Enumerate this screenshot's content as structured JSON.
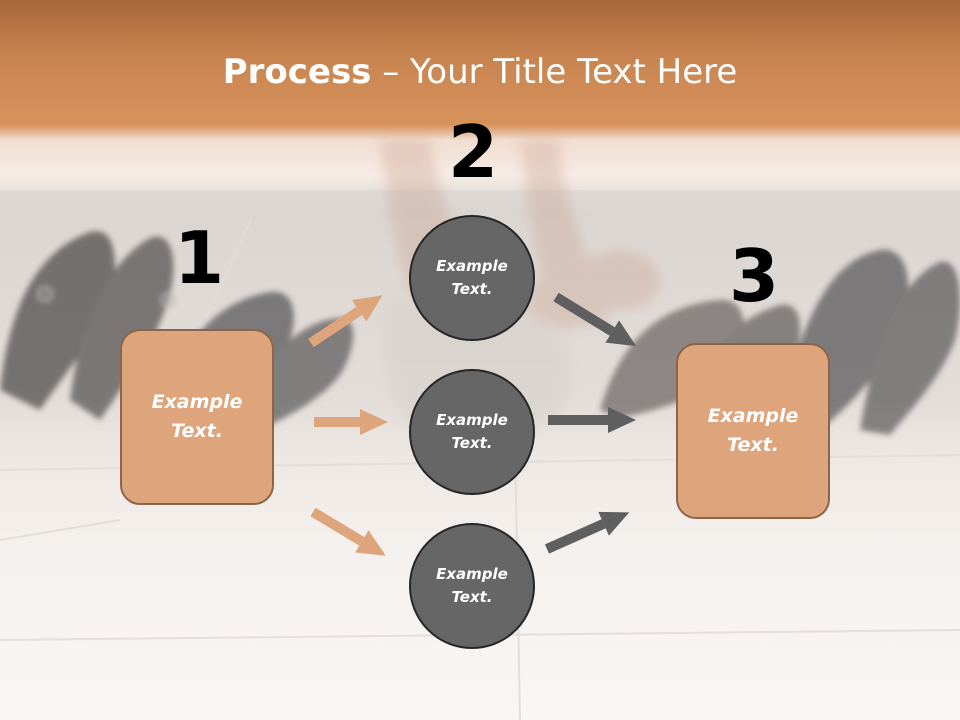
{
  "title": {
    "bold": "Process",
    "rest": " – Your Title Text Here"
  },
  "steps": [
    {
      "number": "1",
      "label": "Example Text."
    },
    {
      "number": "2",
      "label": "Example Text."
    },
    {
      "number": "3",
      "label": "Example Text."
    }
  ],
  "circles": [
    {
      "label": "Example Text."
    },
    {
      "label": "Example Text."
    },
    {
      "label": "Example Text."
    }
  ],
  "colors": {
    "header": "#c98550",
    "box_fill": "#dea57c",
    "box_border": "#8c6549",
    "circle_fill": "#666666",
    "circle_border": "#262626",
    "arrow_left": "#dea57c",
    "arrow_right": "#5f5f5f"
  }
}
